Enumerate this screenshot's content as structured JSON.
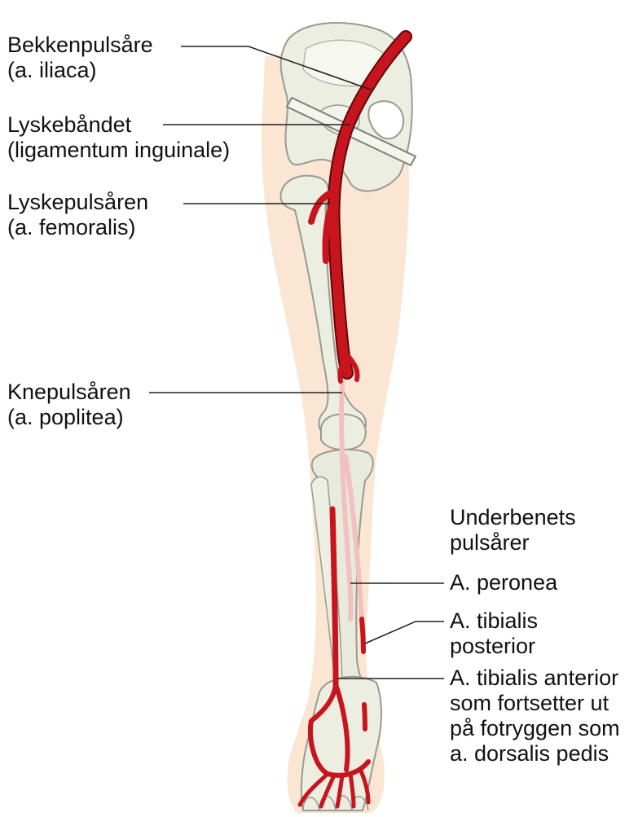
{
  "colors": {
    "artery": "#c8141c",
    "artery_outline": "#5a0a0c",
    "bone": "#eceee2",
    "bone_outline": "#9a9b90",
    "skin": "#fbe5d3",
    "deep_vessel": "#f2c0bd",
    "leader": "#222222"
  },
  "labels": {
    "iliaca": {
      "line1": "Bekkenpulsåre",
      "line2": "(a. iliaca)"
    },
    "inguinale": {
      "line1": "Lyskebåndet",
      "line2": "(ligamentum inguinale)"
    },
    "femoralis": {
      "line1": "Lyskepulsåren",
      "line2": "(a. femoralis)"
    },
    "poplitea": {
      "line1": "Knepulsåren",
      "line2": "(a. poplitea)"
    },
    "underbenet": {
      "line1": "Underbenets",
      "line2": "pulsårer"
    },
    "peronea": {
      "line1": "A. peronea"
    },
    "tibialis_posterior": {
      "line1": "A. tibialis",
      "line2": "posterior"
    },
    "tibialis_anterior": {
      "line1": "A. tibialis anterior",
      "line2": "som fortsetter ut",
      "line3": "på fotryggen som",
      "line4": "a. dorsalis pedis"
    }
  }
}
